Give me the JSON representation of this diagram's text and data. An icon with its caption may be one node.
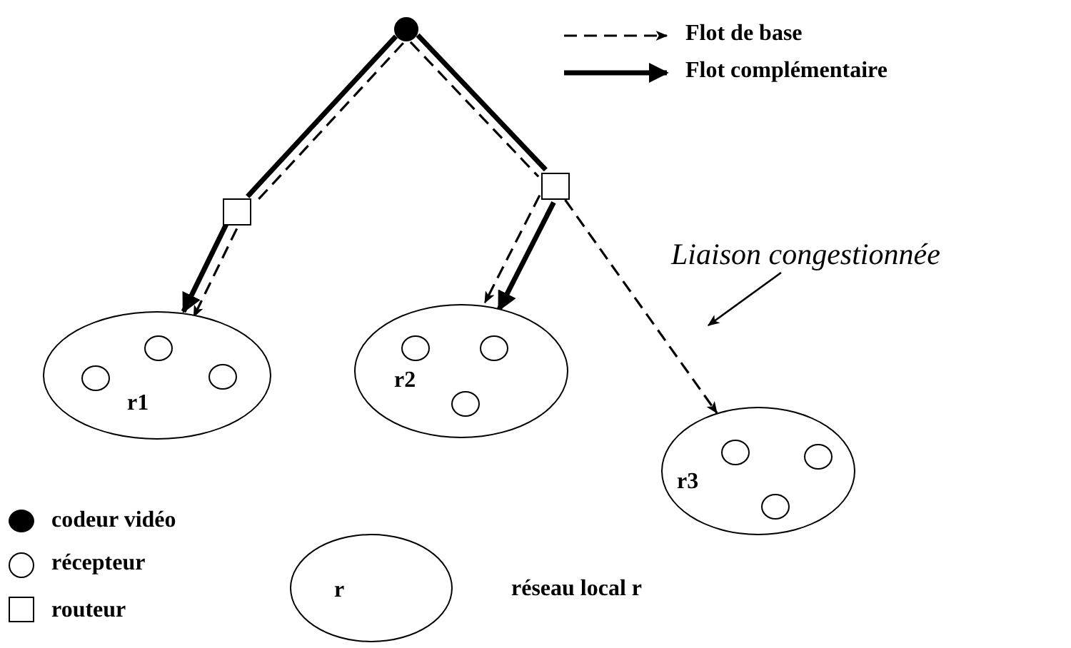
{
  "diagram": {
    "nodes": [
      {
        "text": [],
        "shape": "circle"
      },
      {
        "text": [],
        "shape": "box"
      },
      {
        "text": [],
        "shape": "box"
      },
      {
        "text": [
          "r1"
        ]
      },
      {
        "text": [],
        "shape": "circle",
        "in": 3
      },
      {
        "text": [],
        "shape": "circle",
        "in": 3
      },
      {
        "text": [],
        "shape": "circle",
        "in": 3
      },
      {
        "text": [
          "r2"
        ]
      },
      {
        "text": [],
        "shape": "circle",
        "in": 7
      },
      {
        "text": [],
        "shape": "circle",
        "in": 7
      },
      {
        "text": [],
        "shape": "circle",
        "in": 7
      },
      {
        "text": [
          "r3"
        ]
      },
      {
        "text": [],
        "shape": "circle",
        "in": 11
      },
      {
        "text": [],
        "shape": "circle",
        "in": 11
      },
      {
        "text": [],
        "shape": "circle",
        "in": 11
      },
      {
        "text": [
          "r"
        ],
        "beside": [
          "réseau local r"
        ]
      },
      {
        "text": [
          "Liaison congestionnée"
        ]
      }
    ],
    "edges": [
      {
        "from": 0,
        "to": 1,
        "arrow": "none",
        "style": "dashed"
      },
      {
        "from": 0,
        "to": 1,
        "arrow": "none",
        "style": "thick"
      },
      {
        "from": 1,
        "to": 3,
        "arrow": "to",
        "style": "dashed"
      },
      {
        "from": 1,
        "to": 3,
        "arrow": "to",
        "style": "thick"
      },
      {
        "from": 0,
        "to": 2,
        "arrow": "none",
        "style": "dashed"
      },
      {
        "from": 0,
        "to": 2,
        "arrow": "none",
        "style": "thick"
      },
      {
        "from": 2,
        "to": 7,
        "arrow": "to",
        "style": "thick"
      },
      {
        "from": 2,
        "to": 7,
        "arrow": "to",
        "style": "dashed"
      },
      {
        "from": 2,
        "to": 11,
        "arrow": "to",
        "style": "dashed"
      },
      {
        "from": 16,
        "to": null,
        "arrow": "to"
      }
    ],
    "legend": [
      {
        "text": "Flot de base"
      },
      {
        "text": "Flot complémentaire"
      },
      {
        "text": "codeur vidéo"
      },
      {
        "text": "récepteur"
      },
      {
        "text": "routeur"
      }
    ]
  }
}
